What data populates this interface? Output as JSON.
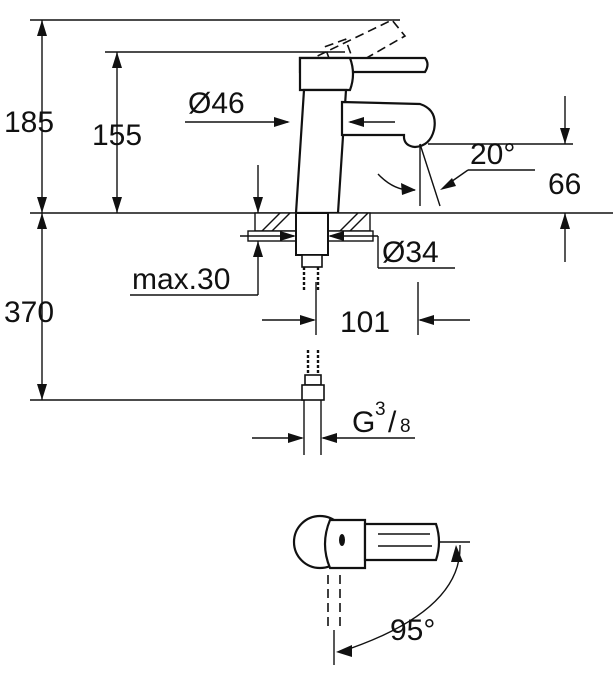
{
  "dimensions": {
    "total_height": "185",
    "spout_height": "155",
    "body_diameter": "Ø46",
    "angle_aerator": "20°",
    "spout_clearance": "66",
    "hole_diameter": "Ø34",
    "max_deck_thickness": "max.30",
    "hose_length": "370",
    "reach": "101",
    "thread_prefix": "G",
    "thread_num": "3",
    "thread_den": "8",
    "handle_rotation": "95°"
  }
}
